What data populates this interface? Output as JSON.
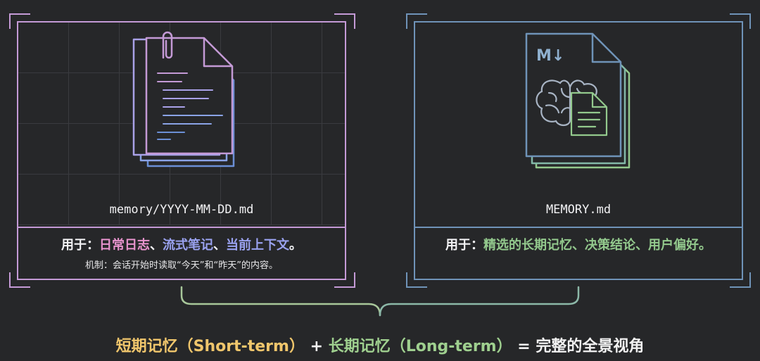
{
  "left_card": {
    "filename": "memory/YYYY-MM-DD.md",
    "use_label": "用于：",
    "use_item1": "日常日志",
    "sep1": "、",
    "use_item2": "流式笔记",
    "sep2": "、",
    "use_item3": "当前上下文",
    "use_end": "。",
    "mechanism": "机制：会话开始时读取“今天”和“昨天”的内容。"
  },
  "right_card": {
    "filename": "MEMORY.md",
    "use_label": "用于：",
    "use_items": "精选的长期记忆、决策结论、用户偏好。",
    "md_badge": "M↓"
  },
  "footer": {
    "short_term": "短期记忆（Short-term）",
    "plus": " + ",
    "long_term": "长期记忆（Long-term）",
    "equals": " = 完整的全景视角"
  },
  "colors": {
    "background": "#262729",
    "left_frame": "#c49ad6",
    "right_frame": "#6f93b8",
    "short_term": "#f0c66c",
    "long_term": "#9fd08f"
  },
  "icons": [
    "paperclip-icon",
    "stacked-document-icon",
    "markdown-icon",
    "brain-icon"
  ]
}
